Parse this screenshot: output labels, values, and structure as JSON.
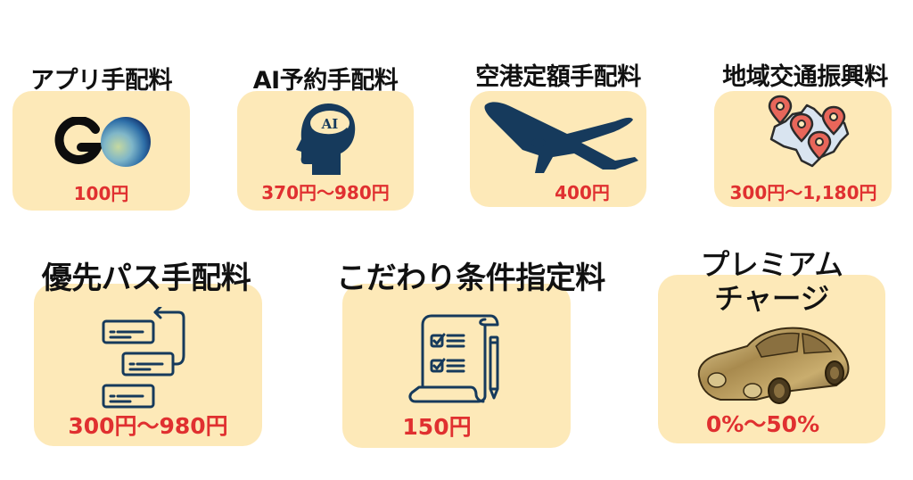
{
  "colors": {
    "card_bg": "#fde9b8",
    "title_text": "#111111",
    "price_text": "#e03030",
    "icon_navy": "#163a5c",
    "pin_red": "#e8665a",
    "map_fill": "#d9e4f0"
  },
  "fees": [
    {
      "title": "アプリ手配料",
      "price": "100円",
      "icon": "go-logo-icon"
    },
    {
      "title": "AI予約手配料",
      "price": "370円〜980円",
      "icon": "ai-brain-head-icon",
      "icon_label": "AI"
    },
    {
      "title": "空港定額手配料",
      "price": "400円",
      "icon": "airplane-icon"
    },
    {
      "title": "地域交通振興料",
      "price": "300円〜1,180円",
      "icon": "map-pins-icon"
    },
    {
      "title": "優先パス手配料",
      "price": "300円〜980円",
      "icon": "priority-queue-icon"
    },
    {
      "title": "こだわり条件指定料",
      "price": "150円",
      "icon": "checklist-scroll-icon"
    },
    {
      "title_line1": "プレミアム",
      "title_line2": "チャージ",
      "price": "0%〜50%",
      "icon": "gold-car-icon"
    }
  ]
}
